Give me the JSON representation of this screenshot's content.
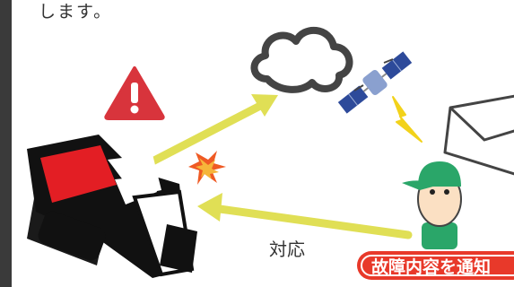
{
  "intro_text": "します。",
  "response_label": "対応",
  "notify_label": "故障内容を通知",
  "colors": {
    "arrow": "#e0df55",
    "warning": "#d8343c",
    "badge": "#e8392a",
    "cap": "#2aa669",
    "excavator_red": "#e31e24"
  },
  "icons": [
    "warning-icon",
    "cloud-icon",
    "satellite-icon",
    "lightning-icon",
    "envelope-icon",
    "worker-icon",
    "excavator-icon",
    "alert-burst-icon"
  ]
}
